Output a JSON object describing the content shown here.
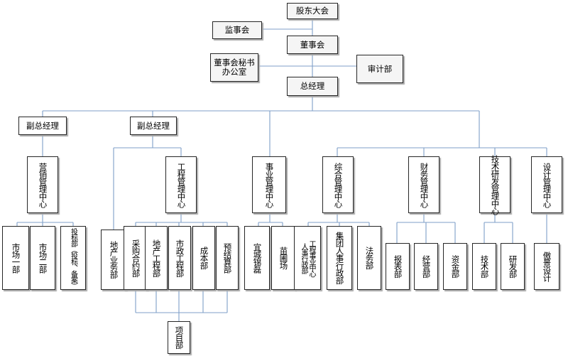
{
  "org": {
    "shareholders": "股东大会",
    "supervisory": "监事会",
    "board": "董事会",
    "board_secretary": "董事会秘书\n办公室",
    "audit": "审计部",
    "general_manager": "总经理",
    "vice_gm_1": "副总经理",
    "vice_gm_2": "副总经理",
    "centers": {
      "marketing": "营销管理中心",
      "engineering": "工程管理中心",
      "business": "事业管理中心",
      "comprehensive": "综合管理中心",
      "finance": "财务管理中心",
      "tech": "技术研发管理中心",
      "design": "设计管理中心"
    },
    "departments": {
      "market_1": "市场一部",
      "market_2": "市场二部",
      "bidding": "投标部（投标、备案）",
      "real_estate_biz": "地产业务部",
      "procurement": "采购合约部",
      "real_estate_eng": "地产工程部",
      "municipal": "市政工程部",
      "cost": "成本部",
      "settlement": "预结算部",
      "project": "项目部",
      "yicheng": "宜城锦磊",
      "nursery": "苗圃场",
      "eng_hr": "工程事业中心\n人事行政部",
      "group_hr": "集团人事行政部",
      "legal": "法务部",
      "report": "报表部",
      "operations": "经营部",
      "funds": "资金部",
      "technology": "技术部",
      "rd": "研发部",
      "aojing": "傲景设计"
    }
  }
}
